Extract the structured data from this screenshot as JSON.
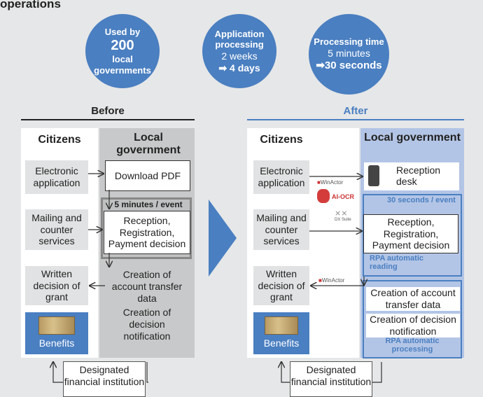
{
  "title": "operations",
  "circles": [
    {
      "line1": "Used by",
      "line2": "200",
      "line3": "local",
      "line4": "governments"
    },
    {
      "line1": "Application",
      "line2": "processing",
      "line3": "2 weeks",
      "line4": "4 days"
    },
    {
      "line1": "Processing time",
      "line2": "5 minutes",
      "line3": "30 seconds"
    }
  ],
  "before": {
    "header": "Before",
    "citizens": "Citizens",
    "local_gov": "Local government",
    "electronic_application": "Electronic application",
    "mailing": "Mailing and counter services",
    "written_decision": "Written decision of grant",
    "benefits": "Benefits",
    "download_pdf": "Download PDF",
    "minutes_event": "5 minutes / event",
    "reception": "Reception, Registration, Payment decision",
    "creation_account": "Creation of account transfer data",
    "creation_decision": "Creation of decision notification",
    "designated": "Designated financial institution"
  },
  "after": {
    "header": "After",
    "citizens": "Citizens",
    "local_gov": "Local government",
    "electronic_application": "Electronic application",
    "mailing": "Mailing and counter services",
    "written_decision": "Written decision of grant",
    "benefits": "Benefits",
    "reception_desk": "Reception desk",
    "seconds_event": "30 seconds / event",
    "reception": "Reception, Registration, Payment decision",
    "rpa_reading": "RPA automatic reading",
    "creation_account": "Creation of account transfer data",
    "creation_decision": "Creation of decision notification",
    "rpa_processing": "RPA automatic processing",
    "designated": "Designated financial institution",
    "winactor1": "WinActor",
    "aiocr": "AI-OCR",
    "dx": "DX Suite",
    "winactor2": "WinActor"
  },
  "colors": {
    "accent": "#4a7fc1",
    "panel_gray": "#c8c9ca",
    "after_gov": "#b3c5e6"
  }
}
